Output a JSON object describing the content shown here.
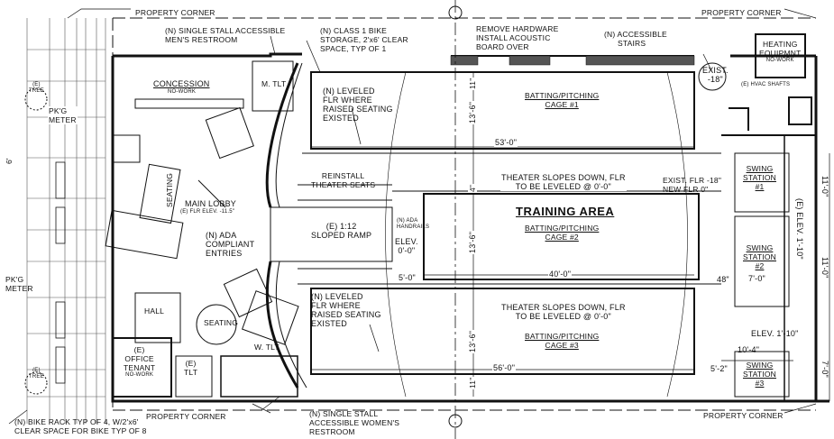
{
  "property_corner": "PROPERTY CORNER",
  "notes": {
    "restroom_men": [
      "(N) SINGLE STALL ACCESSIBLE",
      "MEN'S RESTROOM"
    ],
    "bike_storage": [
      "(N) CLASS 1 BIKE",
      "STORAGE, 2'x6' CLEAR",
      "SPACE, TYP OF 1"
    ],
    "remove_hardware": [
      "REMOVE HARDWARE",
      "INSTALL ACOUSTIC",
      "BOARD OVER"
    ],
    "accessible_stairs": [
      "(N) ACCESSIBLE",
      "STAIRS"
    ],
    "leveled_flr_top": [
      "(N) LEVELED",
      "FLR WHERE",
      "RAISED SEATING",
      "EXISTED"
    ],
    "leveled_flr_bottom": [
      "(N) LEVELED",
      "FLR WHERE",
      "RAISED SEATING",
      "EXISTED"
    ],
    "reinstall_seats": [
      "REINSTALL",
      "THEATER SEATS"
    ],
    "ramp": [
      "(E) 1:12",
      "SLOPED RAMP"
    ],
    "ada_handrails": [
      "(N) ADA",
      "HANDRAILS"
    ],
    "elev_0": [
      "ELEV.",
      "0'-0\""
    ],
    "ada_entries": [
      "(N) ADA",
      "COMPLIANT",
      "ENTRIES"
    ],
    "theater_slopes_1": [
      "THEATER SLOPES DOWN, FLR",
      "TO BE LEVELED @ 0'-0\""
    ],
    "theater_slopes_2": [
      "THEATER SLOPES DOWN, FLR",
      "TO BE LEVELED @ 0'-0\""
    ],
    "exist_flr": [
      "EXIST. FLR -18\"",
      "NEW FLR 0\""
    ],
    "restroom_women": [
      "(N) SINGLE STALL",
      "ACCESSIBLE WOMEN'S",
      "RESTROOM"
    ],
    "bike_rack": [
      "(N) BIKE RACK TYP OF 4, W/2'x6'",
      "CLEAR SPACE FOR BIKE TYP OF 8"
    ]
  },
  "rooms": {
    "concession": "CONCESSION",
    "no_work": "NO-WORK",
    "m_tlt": "M. TLT",
    "w_tlt": "W. TLT",
    "main_lobby": "MAIN LOBBY",
    "lobby_elev": "(E) FLR ELEV. -11.5\"",
    "seating": "SEATING",
    "training_area": "TRAINING AREA",
    "cage1": [
      "BATTING/PITCHING",
      "CAGE #1"
    ],
    "cage2": [
      "BATTING/PITCHING",
      "CAGE #2"
    ],
    "cage3": [
      "BATTING/PITCHING",
      "CAGE #3"
    ],
    "heating": [
      "HEATING",
      "EQUIPMNT",
      "NO-WORK"
    ],
    "hvac": "(E) HVAC SHAFTS",
    "exist_18": [
      "EXIST.",
      "-18\""
    ],
    "swing1": [
      "SWING",
      "STATION",
      "#1"
    ],
    "swing2": [
      "SWING",
      "STATION",
      "#2"
    ],
    "swing3": [
      "SWING",
      "STATION",
      "#3"
    ],
    "hall": "HALL",
    "office": [
      "(E)",
      "OFFICE",
      "TENANT",
      "NO-WORK"
    ],
    "e_tlt": [
      "(E)",
      "TLT"
    ],
    "tree": [
      "(E)",
      "TREE"
    ],
    "pkg_meter": [
      "PK'G",
      "METER"
    ],
    "elev_1_10": "ELEV. 1'-10\"",
    "e_elev_1_10": "(E) ELEV. 1'-10\""
  },
  "dims": {
    "d53": "53'-0\"",
    "d40": "40'-0\"",
    "d56": "56'-0\"",
    "d13_6a": "13'-6\"",
    "d13_6b": "13'-6\"",
    "d13_6c": "13'-6\"",
    "d11a": "11\"",
    "d11b": "11\"",
    "d4": "4\"",
    "d5_0": "5'-0\"",
    "d48": "48\"",
    "d7_0a": "7'-0\"",
    "d7_0b": "7'-0\"",
    "d11_0a": "11'-0\"",
    "d11_0b": "11'-0\"",
    "d10_4": "10'-4\"",
    "d5_2": "5'-2\"",
    "d6": "6'"
  }
}
